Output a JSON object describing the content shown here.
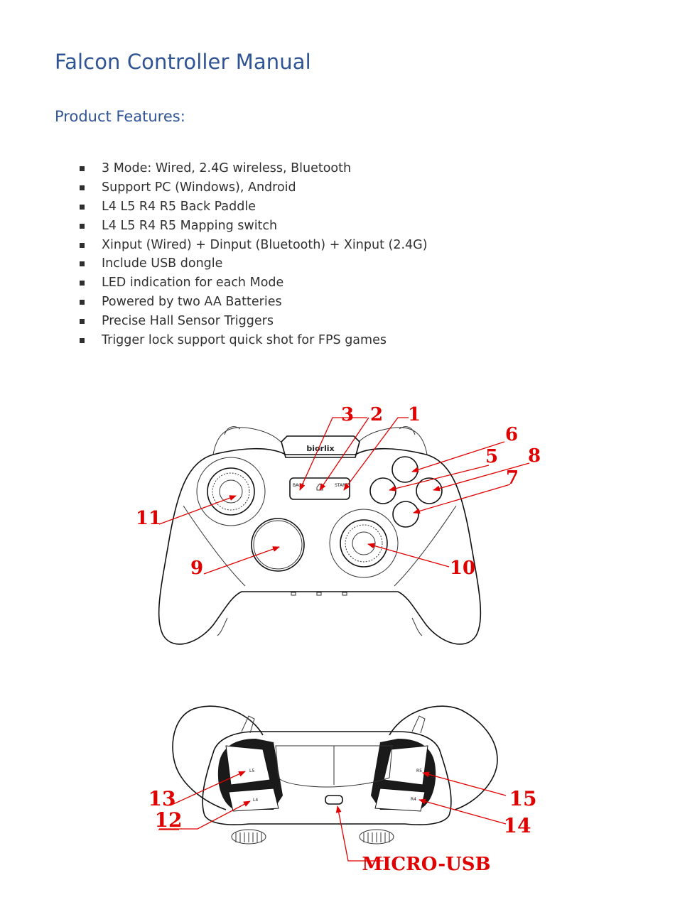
{
  "document": {
    "title": "Falcon Controller Manual",
    "section_heading": "Product Features:"
  },
  "features": [
    "3 Mode: Wired, 2.4G wireless, Bluetooth",
    "Support PC (Windows), Android",
    "L4 L5 R4 R5 Back Paddle",
    "L4 L5 R4 R5 Mapping switch",
    "Xinput (Wired) + Dinput (Bluetooth) + Xinput (2.4G)",
    "Include USB dongle",
    "LED indication for each Mode",
    "Powered by two AA Batteries",
    "Precise Hall Sensor Triggers",
    "Trigger lock support quick shot for FPS games"
  ],
  "front_diagram": {
    "brand_label": "biorlix",
    "small_labels": {
      "back": "BACK",
      "start": "START"
    },
    "callouts": [
      "1",
      "2",
      "3",
      "5",
      "6",
      "7",
      "8",
      "9",
      "10",
      "11"
    ]
  },
  "back_diagram": {
    "paddle_labels": {
      "l4": "L4",
      "l5": "L5",
      "r4": "R4",
      "r5": "R5"
    },
    "callouts": [
      "12",
      "13",
      "14",
      "15"
    ],
    "port_label": "MICRO-USB"
  },
  "colors": {
    "heading": "#2f5496",
    "body_text": "#303030",
    "callout": "#e00000"
  }
}
